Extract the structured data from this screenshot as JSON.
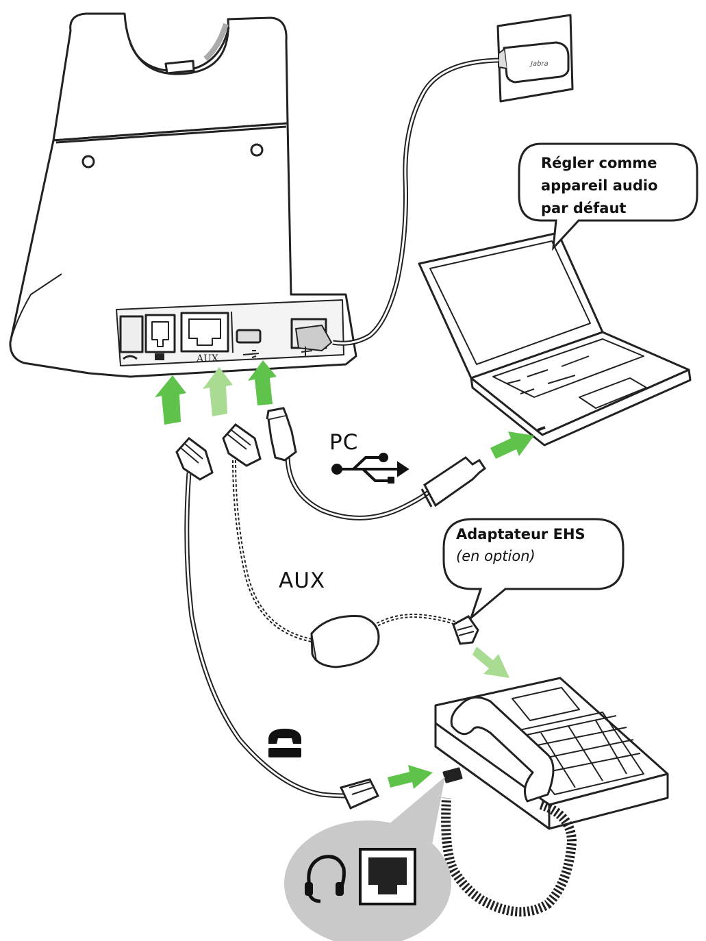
{
  "callouts": {
    "default_audio": [
      "Régler comme",
      "appareil audio",
      "par défaut"
    ],
    "ehs_title": "Adaptateur EHS",
    "ehs_subtitle": "(en option)"
  },
  "labels": {
    "pc": "PC",
    "aux": "AUX",
    "port_aux": "AUX",
    "adapter_brand": "Jabra"
  },
  "icons": {
    "usb": "usb-icon",
    "phone": "phone-handset-icon",
    "headset": "headset-icon",
    "jack": "rj-jack-icon"
  },
  "colors": {
    "arrow_green": "#5fc24a",
    "arrow_light_green": "#a9db92",
    "inset_circle": "#c9c9c9",
    "line": "#222222"
  }
}
